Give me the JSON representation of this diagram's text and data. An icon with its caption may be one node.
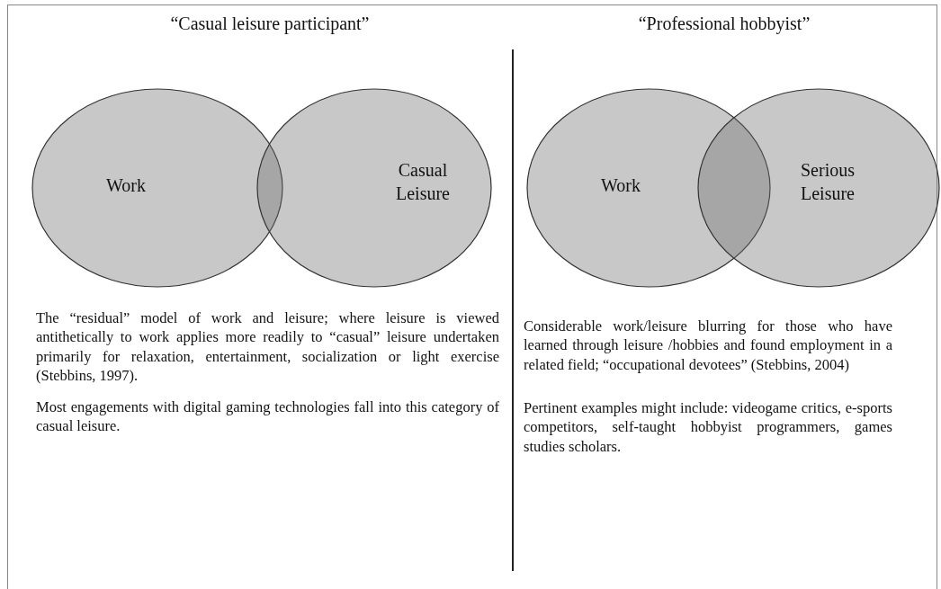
{
  "diagram": {
    "nodes": [
      {
        "text": [
          "Work"
        ]
      },
      {
        "text": [
          "Casual Leisure"
        ]
      },
      {
        "text": [
          "Work"
        ]
      },
      {
        "text": [
          "Serious Leisure"
        ]
      }
    ],
    "labels": [
      "“Casual leisure participant”",
      "“Professional hobbyist”",
      "The “residual” model of work and leisure; where leisure is viewed antithetically to work applies more readily to “casual” leisure undertaken primarily for relaxation, entertainment, socialization or light exercise (Stebbins, 1997).",
      "Most engagements with digital gaming technologies fall into this category of casual leisure.",
      "Considerable work/leisure blurring for those who have learned through leisure /hobbies and found employment in a related field; “occupational devotees” (Stebbins, 2004)",
      "Pertinent examples might include: videogame critics, e-sports competitors, self-taught hobbyist programmers, games studies scholars."
    ]
  }
}
